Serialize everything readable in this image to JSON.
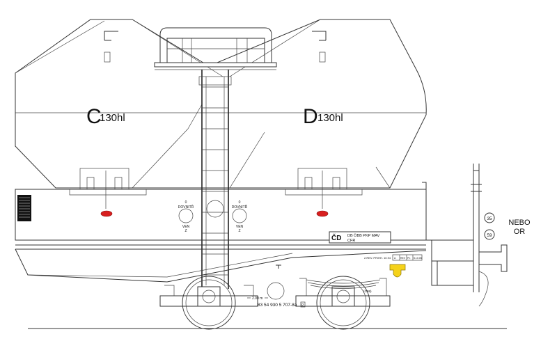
{
  "colors": {
    "outline": "#333333",
    "outlet": "#d81f1f",
    "coupling": "#f5d21a",
    "background": "#ffffff"
  },
  "compartments": {
    "left": {
      "letter": "C",
      "volume": "130hl"
    },
    "right": {
      "letter": "D",
      "volume": "130hl"
    }
  },
  "valve_left": {
    "top_num": "0",
    "top_word": "DOVNITŘ",
    "bottom_word": "VEN",
    "bottom_num": "Z"
  },
  "valve_right": {
    "top_num": "0",
    "top_word": "DOVNITŘ",
    "bottom_word": "VEN",
    "bottom_num": "Z"
  },
  "operator": {
    "code": "ČD",
    "partners": "DB ÖBB PKP MAV",
    "sub": "CFR"
  },
  "revision_text": "2.REV. PR/HH. 10.94",
  "revision_cells": [
    "A",
    "REV",
    "Pn",
    "5.10.05"
  ],
  "side_note": "(G99)",
  "distance": "2.00 m",
  "wagon_number": "83 54 930 5 707-8a",
  "wagon_number_mark": "P",
  "symbol_35": "35",
  "symbol_59": "59",
  "nebo": "NEBO",
  "or": "OR"
}
